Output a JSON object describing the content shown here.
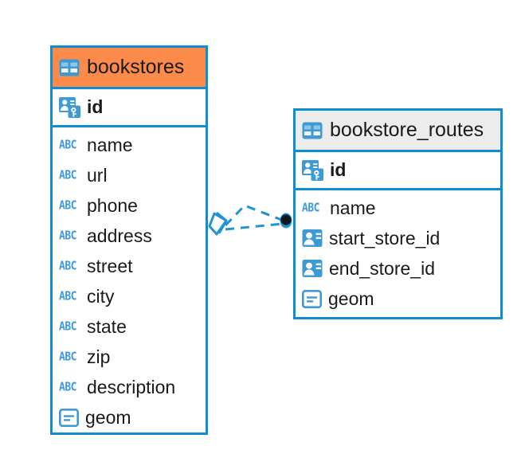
{
  "diagram": {
    "kind": "er-diagram",
    "background": "#ffffff",
    "palette": {
      "entity_border": "#0d8ecf",
      "icon_blue": "#3d9ad4",
      "accent_header": "#fb8a4b",
      "plain_header": "#ececec",
      "text": "#1a1a1a",
      "connector": "#1f94d4",
      "connector_endpoint": "#101820"
    },
    "entities": [
      {
        "id": "bookstores",
        "name": "bookstores",
        "header_style": "accent",
        "table_icon": "table-icon",
        "key_fields": [
          {
            "name": "id",
            "icon": "primary-key-icon",
            "bold": true
          }
        ],
        "fields": [
          {
            "name": "name",
            "icon": "abc-icon",
            "icon_text": "ABC"
          },
          {
            "name": "url",
            "icon": "abc-icon",
            "icon_text": "ABC"
          },
          {
            "name": "phone",
            "icon": "abc-icon",
            "icon_text": "ABC"
          },
          {
            "name": "address",
            "icon": "abc-icon",
            "icon_text": "ABC"
          },
          {
            "name": "street",
            "icon": "abc-icon",
            "icon_text": "ABC"
          },
          {
            "name": "city",
            "icon": "abc-icon",
            "icon_text": "ABC"
          },
          {
            "name": "state",
            "icon": "abc-icon",
            "icon_text": "ABC"
          },
          {
            "name": "zip",
            "icon": "abc-icon",
            "icon_text": "ABC"
          },
          {
            "name": "description",
            "icon": "abc-icon",
            "icon_text": "ABC"
          },
          {
            "name": "geom",
            "icon": "geometry-icon"
          }
        ]
      },
      {
        "id": "bookstore_routes",
        "name": "bookstore_routes",
        "header_style": "plain",
        "table_icon": "table-icon",
        "key_fields": [
          {
            "name": "id",
            "icon": "primary-key-icon",
            "bold": true
          }
        ],
        "fields": [
          {
            "name": "name",
            "icon": "abc-icon",
            "icon_text": "ABC"
          },
          {
            "name": "start_store_id",
            "icon": "foreign-key-icon"
          },
          {
            "name": "end_store_id",
            "icon": "foreign-key-icon"
          },
          {
            "name": "geom",
            "icon": "geometry-icon"
          }
        ]
      }
    ],
    "relationship": {
      "from": "bookstores",
      "to": "bookstore_routes",
      "style": "dashed",
      "source_marker": "diamond-crowsfoot-marker",
      "target_marker": "filled-circle-marker"
    }
  }
}
